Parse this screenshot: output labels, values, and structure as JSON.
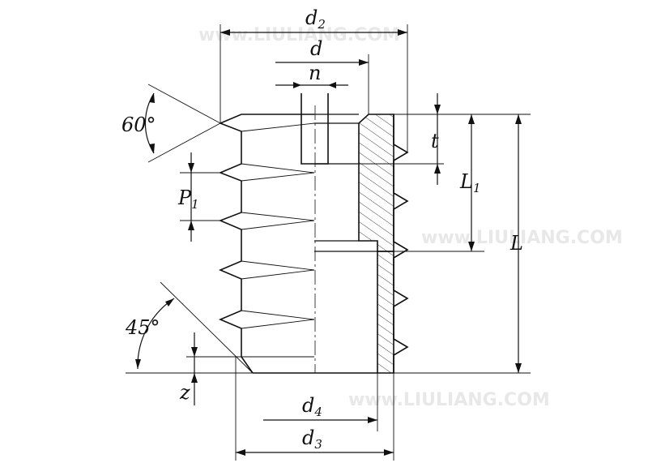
{
  "labels": {
    "d2": {
      "main": "d",
      "sub": "2"
    },
    "d": "d",
    "n": "n",
    "t": "t",
    "L1": {
      "main": "L",
      "sub": "1"
    },
    "L": "L",
    "P1": {
      "main": "P",
      "sub": "1"
    },
    "angle_top": "60°",
    "angle_bottom": "45°",
    "z": "z",
    "d4": {
      "main": "d",
      "sub": "4"
    },
    "d3": {
      "main": "d",
      "sub": "3"
    }
  },
  "watermark": "www.LIULIANG.COM",
  "colors": {
    "line": "#111111",
    "hatch": "#111111",
    "watermark": "#d9d9d9"
  }
}
